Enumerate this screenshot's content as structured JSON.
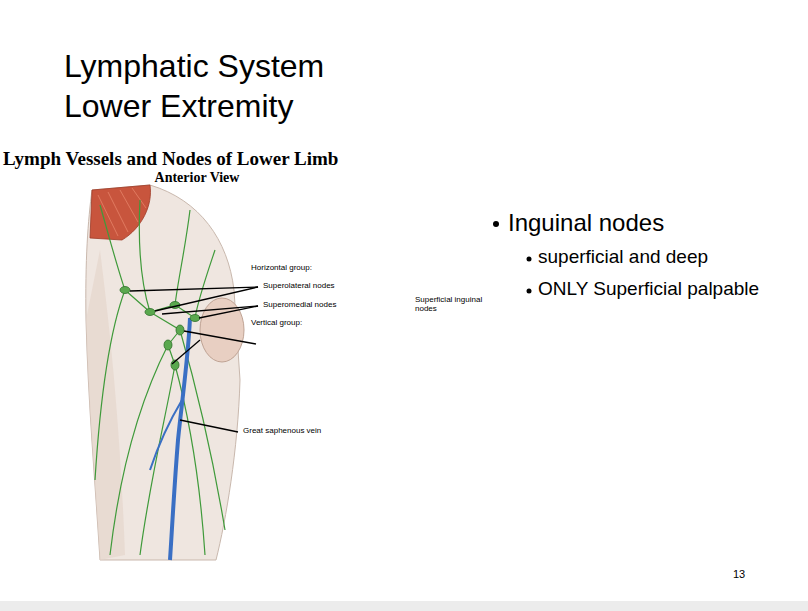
{
  "diagram": {
    "title": "Lymphatic System Lower Extremity",
    "labels": [
      "Lymph Vessels and Nodes of Lower Limb",
      "Anterior View",
      "Horizontal group:",
      "Superolateral nodes",
      "Superomedial nodes",
      "Vertical group:",
      "Superficial inguinal nodes",
      "Great saphenous vein",
      "Inguinal nodes",
      "superficial and deep",
      "ONLY Superficial palpable",
      "13"
    ]
  }
}
